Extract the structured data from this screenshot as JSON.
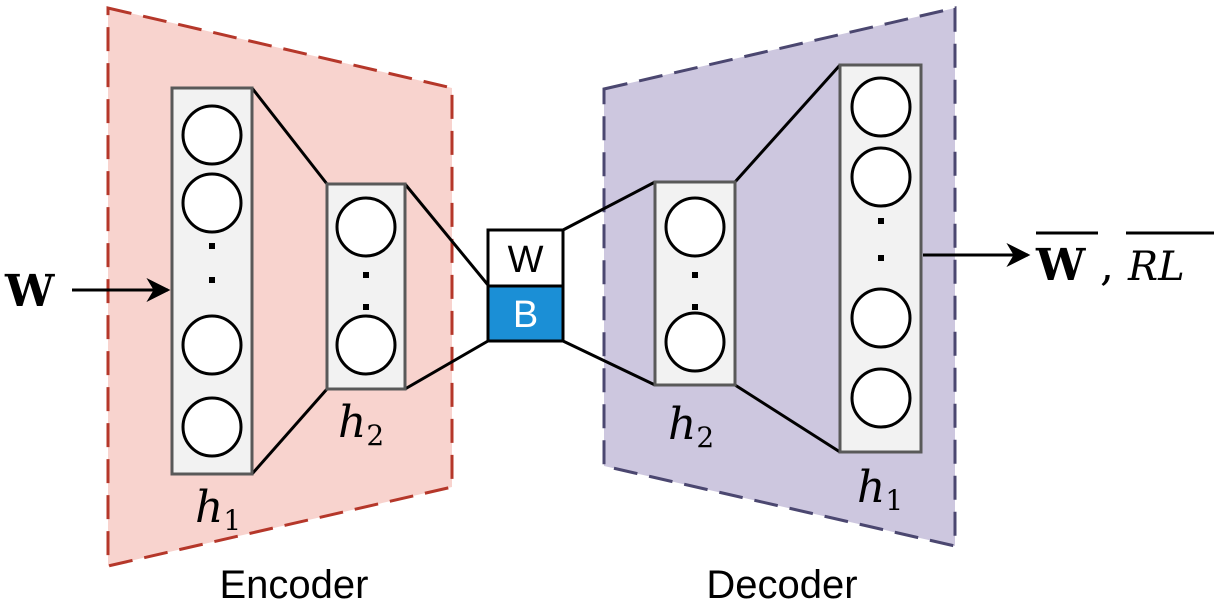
{
  "input": {
    "symbol": "W"
  },
  "output": {
    "symbol_w": "W",
    "separator": ",",
    "symbol_rl": "RL"
  },
  "encoder": {
    "caption": "Encoder",
    "layer_h1": {
      "var": "h",
      "sub": "1"
    },
    "layer_h2": {
      "var": "h",
      "sub": "2"
    }
  },
  "decoder": {
    "caption": "Decoder",
    "layer_h1": {
      "var": "h",
      "sub": "1"
    },
    "layer_h2": {
      "var": "h",
      "sub": "2"
    }
  },
  "bottleneck": {
    "top_label": "W",
    "bottom_label": "B"
  },
  "colors": {
    "encoder_fill": "#f8d3ce",
    "encoder_border": "#b5372a",
    "decoder_fill": "#cdc7df",
    "decoder_border": "#4b4770",
    "layer_fill": "#f2f2f2",
    "layer_border": "#595959",
    "bottleneck_b": "#1b8fd6"
  }
}
